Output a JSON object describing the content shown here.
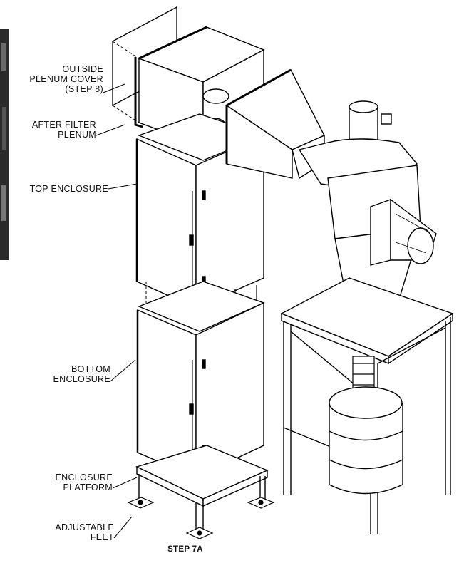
{
  "labels": {
    "outside_plenum_cover": [
      "OUTSIDE",
      "PLENUM COVER",
      "(STEP 8)"
    ],
    "after_filter_plenum": [
      "AFTER FILTER",
      "PLENUM"
    ],
    "top_enclosure": [
      "TOP ENCLOSURE"
    ],
    "bottom_enclosure": [
      "BOTTOM",
      "ENCLOSURE"
    ],
    "enclosure_platform": [
      "ENCLOSURE",
      "PLATFORM"
    ],
    "adjustable_feet": [
      "ADJUSTABLE",
      "FEET"
    ]
  },
  "caption": "STEP 7A"
}
